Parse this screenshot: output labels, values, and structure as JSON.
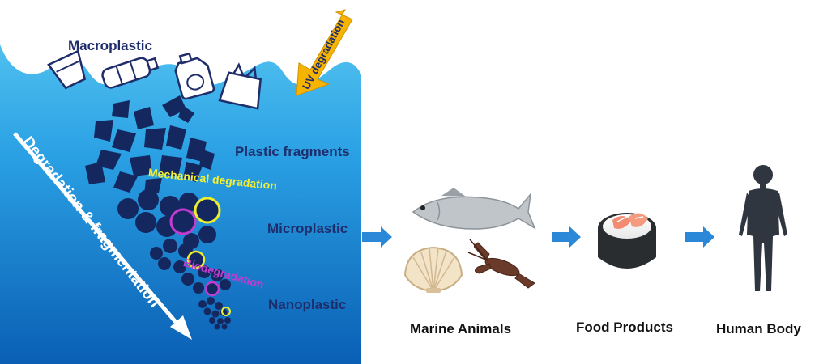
{
  "labels": {
    "macroplastic": "Macroplastic",
    "uv_degradation": "UV degradation",
    "plastic_fragments": "Plastic fragments",
    "mechanical_degradation": "Mechanical degradation",
    "degradation_fragmentation": "Degradation & fragmentation",
    "microplastic": "Microplastic",
    "biodegradation": "Biodegradation",
    "nanoplastic": "Nanoplastic",
    "marine_animals": "Marine Animals",
    "food_products": "Food Products",
    "human_body": "Human Body"
  },
  "icons": {
    "items": [
      "plastic-cup-icon",
      "plastic-bottle-icon",
      "plastic-jug-icon",
      "plastic-bag-icon",
      "fish-icon",
      "clam-shell-icon",
      "crayfish-icon",
      "sushi-roll-icon",
      "human-figure-icon",
      "flow-arrow-icon"
    ]
  },
  "colors": {
    "ocean_top": "#4fc0ef",
    "ocean_bottom": "#0a5fb4",
    "particles": "#14285f",
    "flow_arrow": "#2b88d8",
    "uv_arrow": "#f6b400",
    "mechanical_ring": "#ecee2e",
    "bio_ring": "#c43bd1",
    "human": "#2f3640"
  }
}
